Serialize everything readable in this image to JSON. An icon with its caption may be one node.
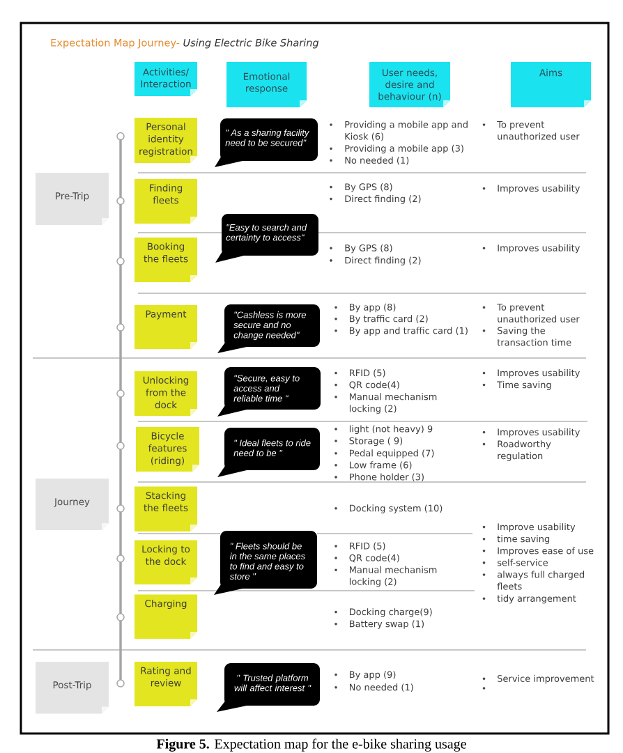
{
  "diagram": {
    "title": "Expectation Map Journey- *Using Electric Bike Sharing*",
    "caption": "**Figure 5.** Expectation map for the e-bike sharing usage",
    "nodes": [
      {
        "text": [
          "Activities/ Interaction"
        ]
      },
      {
        "text": [
          "Emotional response"
        ]
      },
      {
        "text": [
          "User needs, desire and behaviour (n)"
        ]
      },
      {
        "text": [
          "Aims"
        ]
      },
      {
        "text": [
          "Pre-Trip"
        ]
      },
      {
        "text": [
          "Journey"
        ]
      },
      {
        "text": [
          "Post-Trip"
        ]
      },
      {
        "text": [
          "Personal identity registration"
        ]
      },
      {
        "text": [
          "Finding fleets"
        ]
      },
      {
        "text": [
          "Booking the fleets"
        ]
      },
      {
        "text": [
          "Payment"
        ]
      },
      {
        "text": [
          "Unlocking from the dock"
        ]
      },
      {
        "text": [
          "Bicycle features (riding)"
        ]
      },
      {
        "text": [
          "Stacking the fleets"
        ]
      },
      {
        "text": [
          "Locking to the dock"
        ]
      },
      {
        "text": [
          "Charging"
        ]
      },
      {
        "text": [
          "Rating and review"
        ]
      },
      {
        "text": [
          "\" As a sharing facility need to be secured\""
        ]
      },
      {
        "text": [
          "\"Easy to search and certainty to access\""
        ]
      },
      {
        "text": [
          "\"Cashless is more secure and no change needed\""
        ]
      },
      {
        "text": [
          "\"Secure, easy to access and reliable time \""
        ]
      },
      {
        "text": [
          "\" Ideal fleets to ride need to be \""
        ]
      },
      {
        "text": [
          "\" Fleets should be in the same places to find and easy to store \""
        ]
      },
      {
        "text": [
          "\" Trusted platform will affect interest \""
        ]
      }
    ],
    "labels": [
      "Providing a mobile app and Kiosk (6)",
      "Providing a mobile app (3)",
      "No needed (1)",
      "To prevent unauthorized user",
      "By GPS (8)",
      "Direct finding (2)",
      "Improves usability",
      "By GPS (8)",
      "Direct finding (2)",
      "Improves usability",
      "By app (8)",
      "By traffic card (2)",
      "By app and traffic card (1)",
      "To prevent unauthorized user",
      "Saving the transaction time",
      "RFID (5)",
      "QR code(4)",
      "Manual mechanism locking (2)",
      "Improves usability",
      "Time saving",
      "light (not heavy) 9",
      "Storage ( 9)",
      "Pedal equipped (7)",
      "Low frame (6)",
      "Phone holder (3)",
      "Improves usability",
      "Roadworthy regulation",
      "Docking system (10)",
      "Improve usability",
      "time saving",
      "Improves ease of use",
      "self-service",
      "always full charged fleets",
      "tidy arrangement",
      "RFID (5)",
      "QR code(4)",
      "Manual mechanism locking (2)",
      "Docking charge(9)",
      "Battery swap (1)",
      "By app (9)",
      "No needed (1)",
      "Service improvement"
    ]
  }
}
